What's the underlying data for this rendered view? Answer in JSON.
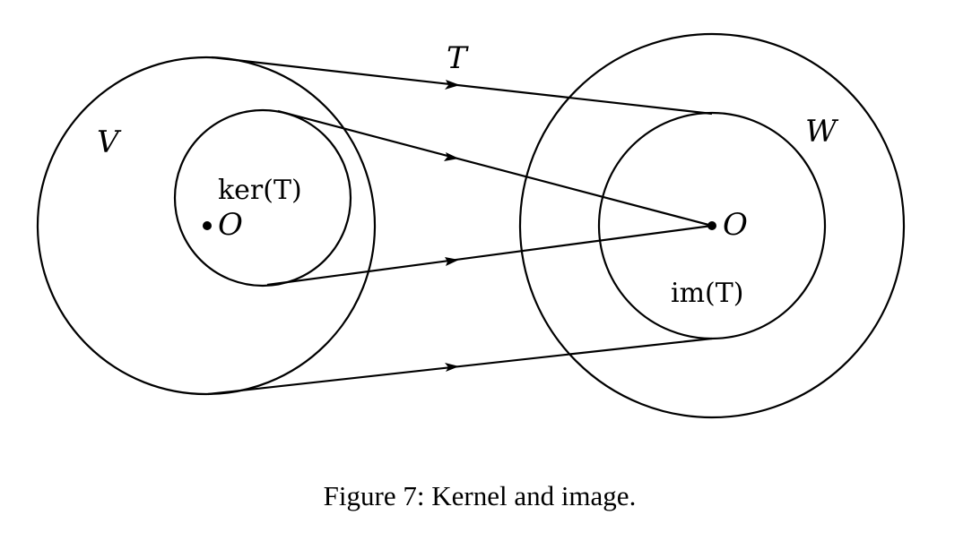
{
  "diagram": {
    "labels": {
      "map": "T",
      "domain": "V",
      "codomain": "W",
      "kernel": "ker(T)",
      "image": "im(T)",
      "origin_domain": "O",
      "origin_codomain": "O"
    },
    "caption": "Figure 7: Kernel and image."
  }
}
